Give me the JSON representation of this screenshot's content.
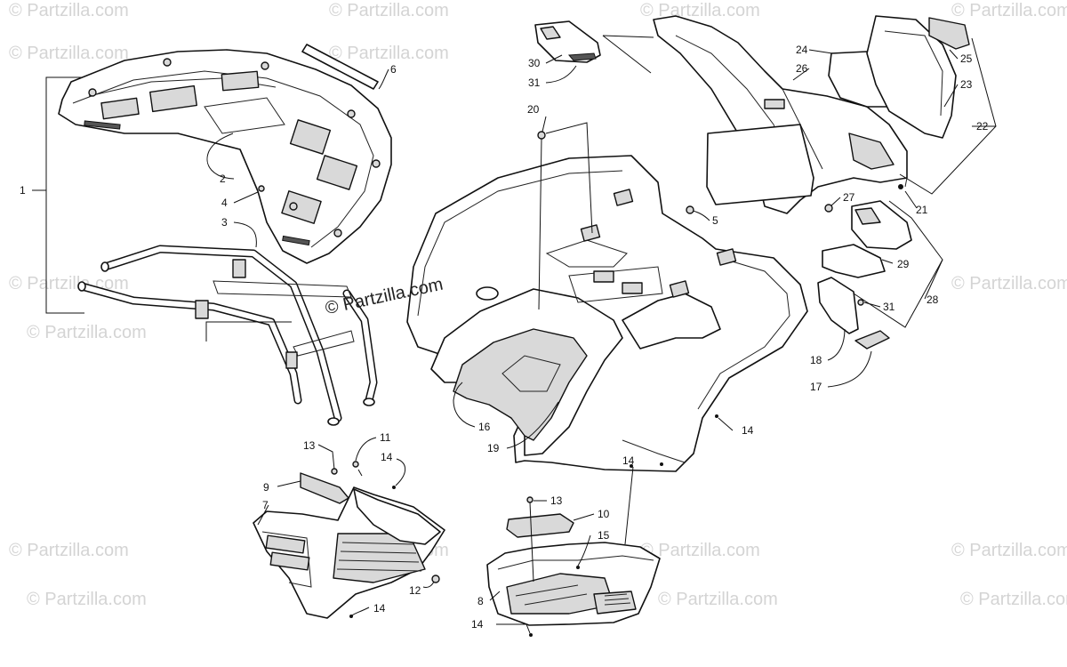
{
  "diagram": {
    "callouts": [
      "1",
      "2",
      "3",
      "4",
      "5",
      "6",
      "7",
      "8",
      "9",
      "10",
      "11",
      "12",
      "13",
      "13",
      "14",
      "14",
      "14",
      "14",
      "14",
      "15",
      "16",
      "17",
      "18",
      "19",
      "20",
      "21",
      "22",
      "23",
      "24",
      "25",
      "26",
      "27",
      "28",
      "29",
      "30",
      "31",
      "31"
    ],
    "watermark": {
      "main": "© Partzilla.com",
      "repeat": "© Partzilla.com"
    }
  }
}
